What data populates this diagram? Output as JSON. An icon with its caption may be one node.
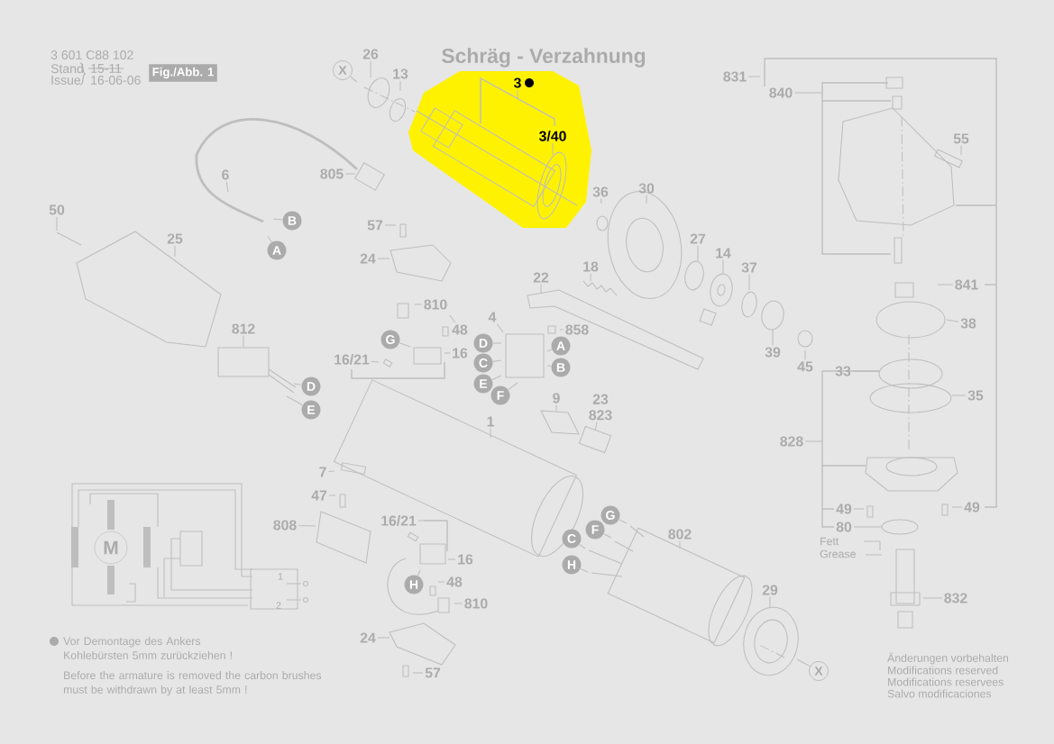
{
  "diagram": {
    "title": "Schräg - Verzahnung",
    "nodes": [
      {
        "text": [
          "Fig./Abb. 1"
        ]
      },
      {
        "text": [
          "X"
        ]
      },
      {
        "text": [
          "26"
        ]
      },
      {
        "text": [
          "13"
        ]
      },
      {
        "text": [
          "3"
        ]
      },
      {
        "text": [
          "3/40"
        ]
      },
      {
        "text": [
          "805"
        ]
      },
      {
        "text": [
          "6"
        ]
      },
      {
        "text": [
          "B"
        ]
      },
      {
        "text": [
          "A"
        ]
      },
      {
        "text": [
          "50"
        ]
      },
      {
        "text": [
          "25"
        ]
      },
      {
        "text": [
          "57"
        ]
      },
      {
        "text": [
          "24"
        ]
      },
      {
        "text": [
          "810"
        ]
      },
      {
        "text": [
          "22"
        ]
      },
      {
        "text": [
          "18"
        ]
      },
      {
        "text": [
          "36"
        ]
      },
      {
        "text": [
          "30"
        ]
      },
      {
        "text": [
          "27"
        ]
      },
      {
        "text": [
          "14"
        ]
      },
      {
        "text": [
          "37"
        ]
      },
      {
        "text": [
          "831"
        ]
      },
      {
        "text": [
          "840"
        ]
      },
      {
        "text": [
          "55"
        ]
      },
      {
        "text": [
          "841"
        ]
      },
      {
        "text": [
          "38"
        ]
      },
      {
        "text": [
          "812"
        ]
      },
      {
        "text": [
          "G"
        ]
      },
      {
        "text": [
          "48"
        ]
      },
      {
        "text": [
          "4"
        ]
      },
      {
        "text": [
          "D"
        ]
      },
      {
        "text": [
          "C"
        ]
      },
      {
        "text": [
          "E"
        ]
      },
      {
        "text": [
          "F"
        ]
      },
      {
        "text": [
          "A"
        ]
      },
      {
        "text": [
          "B"
        ]
      },
      {
        "text": [
          "858"
        ]
      },
      {
        "text": [
          "16/21"
        ]
      },
      {
        "text": [
          "16"
        ]
      },
      {
        "text": [
          "39"
        ]
      },
      {
        "text": [
          "45"
        ]
      },
      {
        "text": [
          "33"
        ]
      },
      {
        "text": [
          "35"
        ]
      },
      {
        "text": [
          "D"
        ]
      },
      {
        "text": [
          "E"
        ]
      },
      {
        "text": [
          "9"
        ]
      },
      {
        "text": [
          "23",
          "823"
        ]
      },
      {
        "text": [
          "1"
        ]
      },
      {
        "text": [
          "828"
        ]
      },
      {
        "text": [
          "7"
        ]
      },
      {
        "text": [
          "47"
        ]
      },
      {
        "text": [
          "M"
        ]
      },
      {
        "text": [
          "49"
        ]
      },
      {
        "text": [
          "49"
        ]
      },
      {
        "text": [
          "G"
        ]
      },
      {
        "text": [
          "16/21"
        ]
      },
      {
        "text": [
          "808"
        ]
      },
      {
        "text": [
          "80"
        ]
      },
      {
        "text": [
          "F"
        ]
      },
      {
        "text": [
          "802"
        ]
      },
      {
        "text": [
          "C"
        ]
      },
      {
        "text": [
          "16"
        ]
      },
      {
        "text": [
          "H"
        ]
      },
      {
        "text": [
          "48"
        ]
      },
      {
        "text": [
          "H"
        ]
      },
      {
        "text": [
          "29"
        ]
      },
      {
        "text": [
          "832"
        ]
      },
      {
        "text": [
          "810"
        ]
      },
      {
        "text": [
          "24"
        ]
      },
      {
        "text": [
          "X"
        ]
      },
      {
        "text": [
          "57"
        ]
      }
    ],
    "edges": [
      {
        "from": 1,
        "to": null,
        "arrow": "none"
      },
      {
        "from": 2,
        "to": null,
        "arrow": "none"
      },
      {
        "from": 3,
        "to": null,
        "arrow": "none"
      },
      {
        "from": 4,
        "to": null,
        "arrow": "none"
      },
      {
        "from": 5,
        "to": null,
        "arrow": "none"
      },
      {
        "from": 6,
        "to": null,
        "arrow": "none"
      },
      {
        "from": 7,
        "to": null,
        "arrow": "none"
      },
      {
        "from": 8,
        "to": null,
        "arrow": "none"
      },
      {
        "from": 9,
        "to": null,
        "arrow": "none"
      },
      {
        "from": 10,
        "to": null,
        "arrow": "none"
      },
      {
        "from": 11,
        "to": null,
        "arrow": "none"
      },
      {
        "from": 12,
        "to": null,
        "arrow": "none"
      },
      {
        "from": 13,
        "to": null,
        "arrow": "none"
      },
      {
        "from": 14,
        "to": null,
        "arrow": "none"
      },
      {
        "from": 15,
        "to": null,
        "arrow": "none"
      },
      {
        "from": 16,
        "to": null,
        "arrow": "none"
      },
      {
        "from": 17,
        "to": null,
        "arrow": "none"
      },
      {
        "from": 18,
        "to": null,
        "arrow": "none"
      },
      {
        "from": 19,
        "to": null,
        "arrow": "none"
      },
      {
        "from": 20,
        "to": null,
        "arrow": "none"
      },
      {
        "from": 21,
        "to": null,
        "arrow": "none"
      },
      {
        "from": 22,
        "to": null,
        "arrow": "none"
      },
      {
        "from": 23,
        "to": null,
        "arrow": "none"
      },
      {
        "from": 24,
        "to": null,
        "arrow": "none"
      },
      {
        "from": 25,
        "to": null,
        "arrow": "none"
      },
      {
        "from": 26,
        "to": null,
        "arrow": "none"
      },
      {
        "from": 27,
        "to": null,
        "arrow": "none"
      },
      {
        "from": 28,
        "to": null,
        "arrow": "none"
      },
      {
        "from": 29,
        "to": null,
        "arrow": "none"
      },
      {
        "from": 30,
        "to": null,
        "arrow": "none"
      },
      {
        "from": 31,
        "to": null,
        "arrow": "none"
      },
      {
        "from": 32,
        "to": null,
        "arrow": "none"
      },
      {
        "from": 33,
        "to": null,
        "arrow": "none"
      },
      {
        "from": 34,
        "to": null,
        "arrow": "none"
      },
      {
        "from": 35,
        "to": null,
        "arrow": "none"
      },
      {
        "from": 36,
        "to": null,
        "arrow": "none"
      },
      {
        "from": 37,
        "to": null,
        "arrow": "none"
      },
      {
        "from": 38,
        "to": null,
        "arrow": "none"
      },
      {
        "from": 39,
        "to": null,
        "arrow": "none"
      },
      {
        "from": 40,
        "to": null,
        "arrow": "none"
      },
      {
        "from": 41,
        "to": null,
        "arrow": "none"
      },
      {
        "from": 42,
        "to": null,
        "arrow": "none"
      },
      {
        "from": 43,
        "to": null,
        "arrow": "none"
      },
      {
        "from": 44,
        "to": null,
        "arrow": "none"
      },
      {
        "from": 45,
        "to": null,
        "arrow": "none"
      },
      {
        "from": 46,
        "to": null,
        "arrow": "none"
      },
      {
        "from": 47,
        "to": null,
        "arrow": "none"
      },
      {
        "from": 48,
        "to": null,
        "arrow": "none"
      },
      {
        "from": 49,
        "to": null,
        "arrow": "none"
      },
      {
        "from": 50,
        "to": null,
        "arrow": "none"
      },
      {
        "from": 51,
        "to": null,
        "arrow": "none"
      },
      {
        "from": 53,
        "to": null,
        "arrow": "none"
      },
      {
        "from": 54,
        "to": null,
        "arrow": "none"
      },
      {
        "from": 55,
        "to": null,
        "arrow": "none"
      },
      {
        "from": 56,
        "to": null,
        "arrow": "none"
      },
      {
        "from": 57,
        "to": null,
        "arrow": "none"
      },
      {
        "from": 58,
        "to": null,
        "arrow": "none"
      },
      {
        "from": 59,
        "to": null,
        "arrow": "none"
      },
      {
        "from": 60,
        "to": null,
        "arrow": "none"
      },
      {
        "from": 61,
        "to": null,
        "arrow": "none"
      },
      {
        "from": 62,
        "to": null,
        "arrow": "none"
      },
      {
        "from": 63,
        "to": null,
        "arrow": "none"
      },
      {
        "from": 64,
        "to": null,
        "arrow": "none"
      },
      {
        "from": 65,
        "to": null,
        "arrow": "none"
      },
      {
        "from": 66,
        "to": null,
        "arrow": "none"
      },
      {
        "from": 67,
        "to": null,
        "arrow": "none"
      },
      {
        "from": 68,
        "to": null,
        "arrow": "none"
      },
      {
        "from": 69,
        "to": null,
        "arrow": "none"
      },
      {
        "from": 70,
        "to": null,
        "arrow": "none"
      },
      {
        "from": 71,
        "to": null,
        "arrow": "none"
      }
    ],
    "labels": [
      "3 601 C88 102",
      "Stand",
      "15-11",
      "Issue",
      "16-06-06",
      "1",
      "2",
      "Fett",
      "Grease",
      "Vor Demontage des Ankers Kohlebürsten 5mm zurückziehen !",
      "Before the armature is removed the carbon brushes must be withdrawn by at least 5mm !",
      "Änderungen vorbehalten",
      "Modifications reserved",
      "Modifications reservees",
      "Salvo modificaciones"
    ]
  }
}
